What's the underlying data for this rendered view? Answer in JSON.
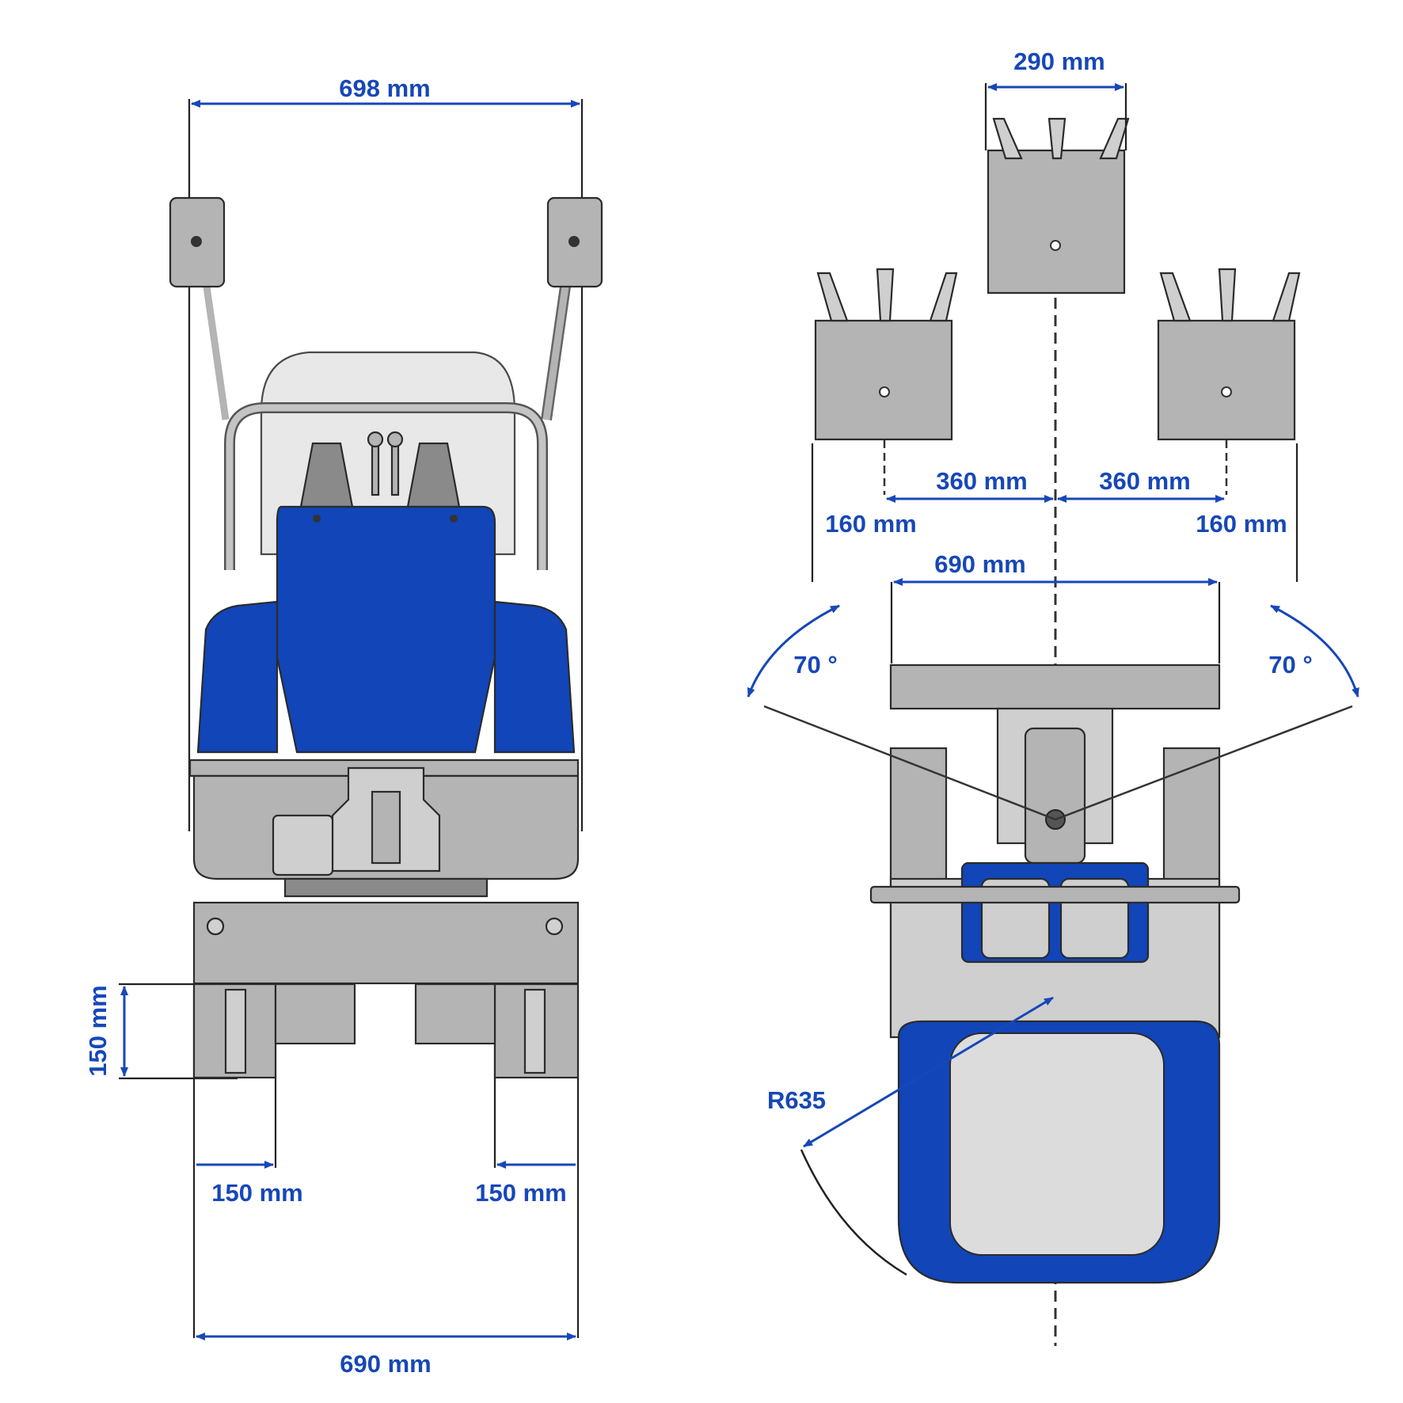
{
  "front_view": {
    "overall_width": "698 mm",
    "track_width": "690 mm",
    "left_track": "150 mm",
    "right_track": "150 mm",
    "ground_clearance": "150 mm"
  },
  "top_view": {
    "bucket_width": "290 mm",
    "left_offset": "360 mm",
    "right_offset": "360 mm",
    "left_edge": "160 mm",
    "right_edge": "160 mm",
    "blade_width": "690 mm",
    "left_swing": "70 °",
    "right_swing": "70 °",
    "tail_radius": "R635"
  },
  "colors": {
    "dimension": "#1747b8",
    "body_blue": "#1145b8",
    "steel_grey": "#b4b4b4"
  }
}
